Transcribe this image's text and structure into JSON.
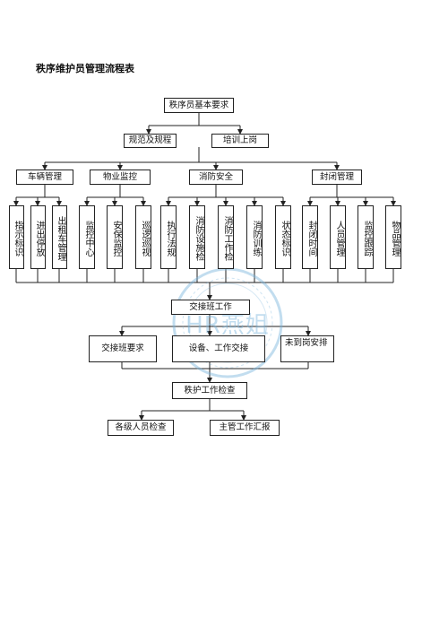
{
  "title": "秩序维护员管理流程表",
  "root": "秩序员基本要求",
  "level1": [
    "规范及规程",
    "培训上岗"
  ],
  "categories": [
    "车辆管理",
    "物业监控",
    "消防安全",
    "封闭管理"
  ],
  "vehicle_items": [
    "指示标识",
    "进出停放",
    "出租车管理"
  ],
  "monitor_items": [
    "监控中心",
    "安保监控",
    "巡逻巡视"
  ],
  "fire_items": [
    "执行法规",
    "消防设施检",
    "消防工作检",
    "消防训练",
    "状态标识"
  ],
  "closed_items": [
    "封闭时间",
    "人员管理",
    "监控跟踪",
    "物品管理"
  ],
  "shift": "交接班工作",
  "shift_items": [
    "交接班要求",
    "设备、工作交接",
    "未到岗安排"
  ],
  "check": "秩护工作检查",
  "check_items": [
    "各级人员检查",
    "主管工作汇报"
  ],
  "watermark_text": "HR燕姐",
  "colors": {
    "line": "#222222",
    "watermark": "#78b4dc"
  },
  "icons": {
    "watermark": "watermark-seal-icon"
  }
}
